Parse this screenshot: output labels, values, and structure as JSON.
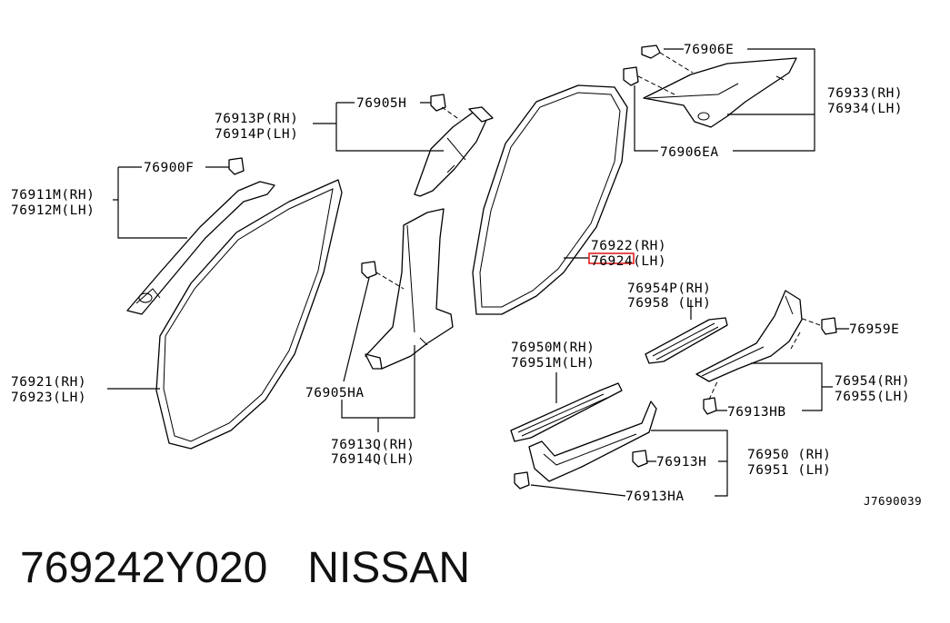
{
  "diagram": {
    "drawing_code": "J7690039",
    "highlight_color": "#e02020",
    "labels": {
      "l_76906E": "76906E",
      "l_76933": "76933(RH)",
      "l_76934": "76934(LH)",
      "l_76906EA": "76906EA",
      "l_76905H": "76905H",
      "l_76913P": "76913P(RH)",
      "l_76914P": "76914P(LH)",
      "l_76900F": "76900F",
      "l_76911M": "76911M(RH)",
      "l_76912M": "76912M(LH)",
      "l_76922": "76922(RH)",
      "l_76924": "76924(LH)",
      "l_76954P": "76954P(RH)",
      "l_76958": "76958 (LH)",
      "l_76959E": "76959E",
      "l_76950M": "76950M(RH)",
      "l_76951M": "76951M(LH)",
      "l_76954": "76954(RH)",
      "l_76955": "76955(LH)",
      "l_76921": "76921(RH)",
      "l_76923": "76923(LH)",
      "l_76905HA": "76905HA",
      "l_76913HB": "76913HB",
      "l_76913Q": "76913Q(RH)",
      "l_76914Q": "76914Q(LH)",
      "l_76913H": "76913H",
      "l_76950": "76950 (RH)",
      "l_76951": "76951 (LH)",
      "l_76913HA": "76913HA"
    }
  },
  "caption": {
    "part_number": "769242Y020",
    "brand": "NISSAN"
  }
}
